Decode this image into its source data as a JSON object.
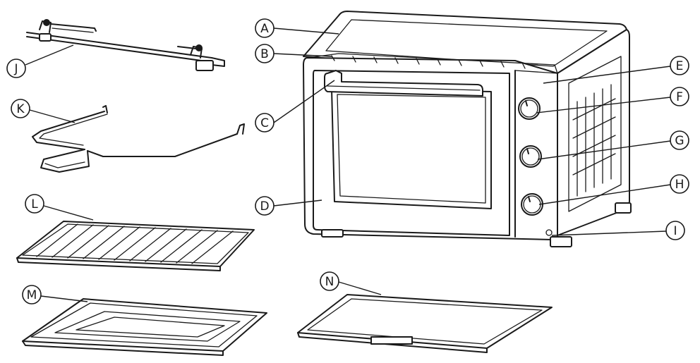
{
  "callouts": {
    "A": "A",
    "B": "B",
    "C": "C",
    "D": "D",
    "E": "E",
    "F": "F",
    "G": "G",
    "H": "H",
    "I": "I",
    "J": "J",
    "K": "K",
    "L": "L",
    "M": "M",
    "N": "N"
  }
}
